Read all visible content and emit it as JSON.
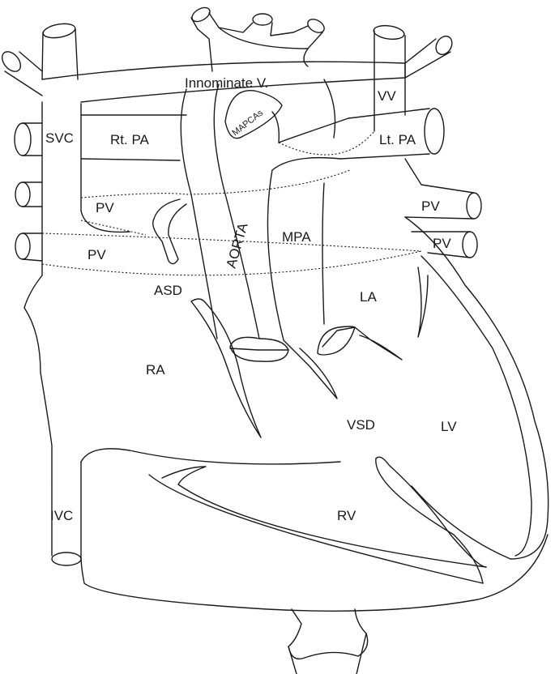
{
  "labels": {
    "innominate_v": "Innominate V.",
    "vv": "VV",
    "svc": "SVC",
    "rt_pa": "Rt. PA",
    "mapcas": "MAPCAs",
    "lt_pa": "Lt. PA",
    "pv_upper_right": "PV",
    "pv_lower_right": "PV",
    "pv_upper_left": "PV",
    "pv_lower_left": "PV",
    "aorta": "AORTA",
    "mpa": "MPA",
    "asd": "ASD",
    "la": "LA",
    "ra": "RA",
    "vsd": "VSD",
    "lv": "LV",
    "ivc": "IVC",
    "rv": "RV"
  }
}
